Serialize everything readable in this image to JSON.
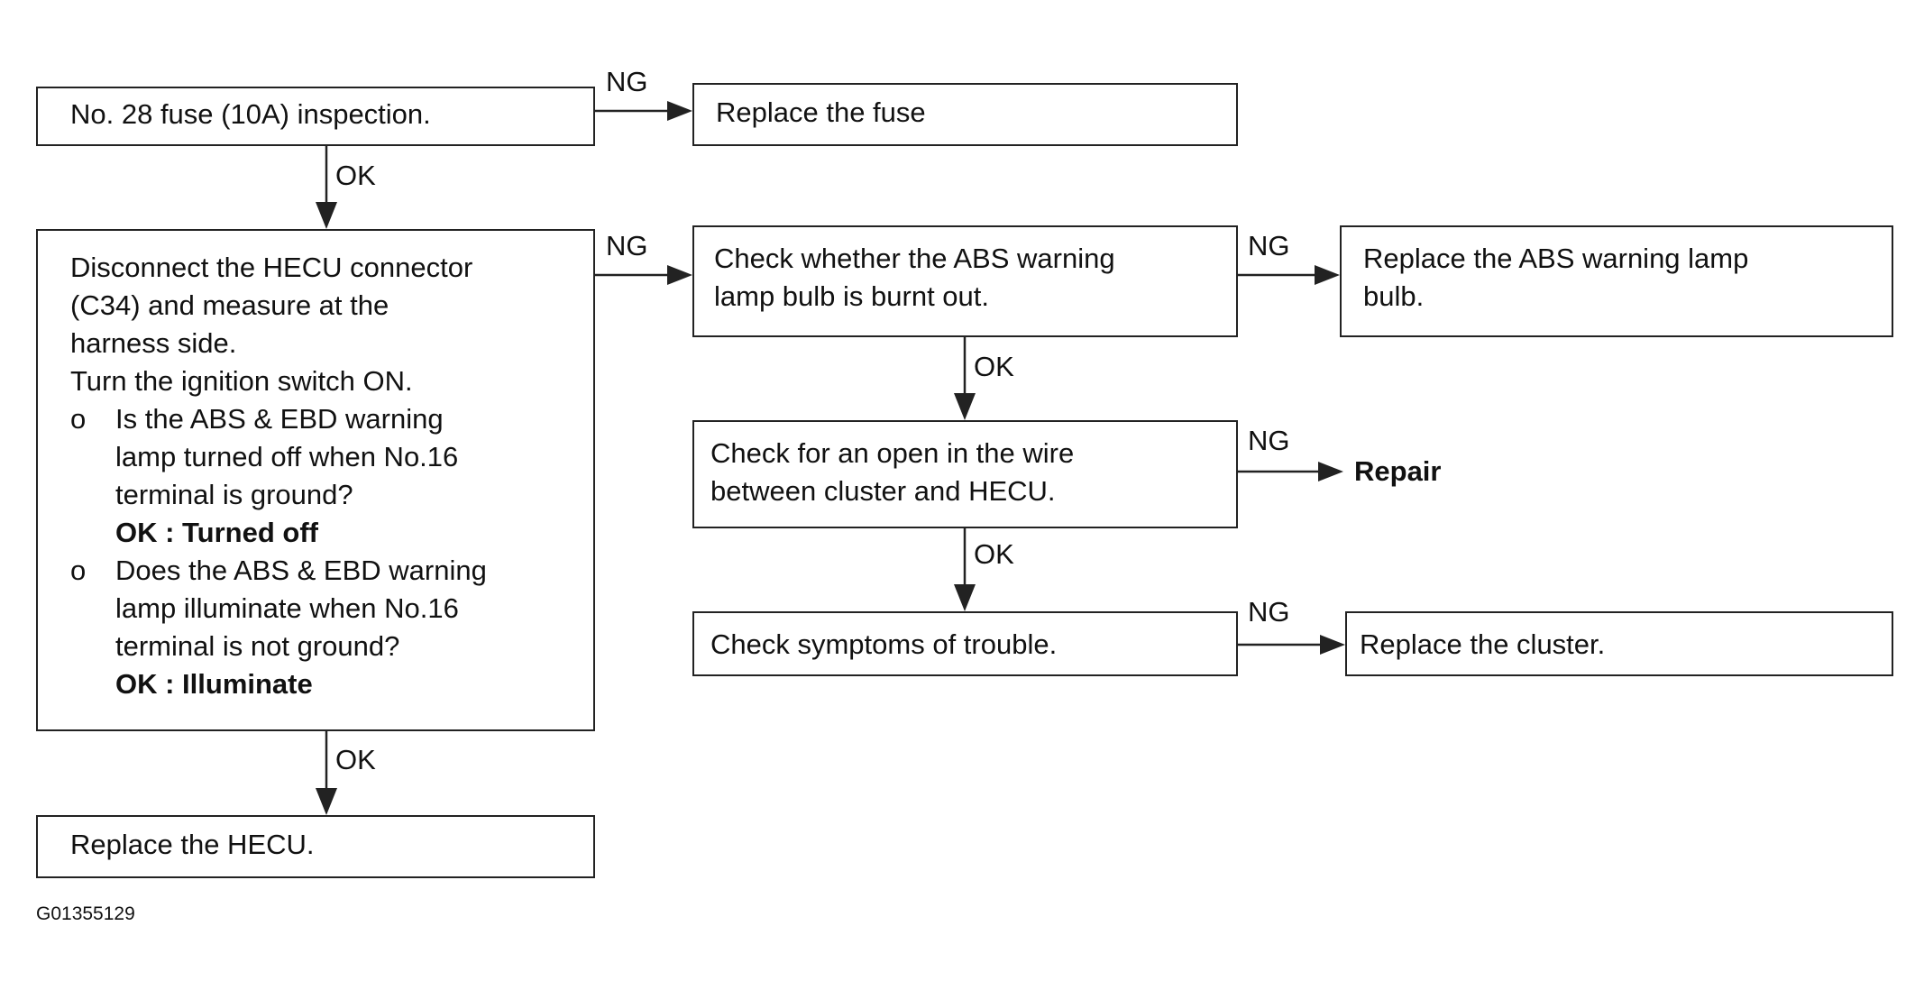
{
  "flowchart": {
    "box_fuse": "No. 28 fuse (10A) inspection.",
    "box_replace_fuse": "Replace the fuse",
    "box_disconnect": {
      "line1": "Disconnect the HECU connector",
      "line2": "(C34) and measure at the",
      "line3": "harness side.",
      "line4": "Turn the ignition switch ON.",
      "bullet1_mark": "o",
      "bullet1_line1": "Is the ABS & EBD warning",
      "bullet1_line2": "lamp  turned off when No.16",
      "bullet1_line3": "terminal is ground?",
      "bullet1_ok": "OK : Turned off",
      "bullet2_mark": "o",
      "bullet2_line1": "Does the ABS & EBD warning",
      "bullet2_line2": "lamp illuminate when No.16",
      "bullet2_line3": "terminal is not ground?",
      "bullet2_ok": "OK : Illuminate"
    },
    "box_check_bulb": {
      "line1": "Check whether the ABS warning",
      "line2": "lamp bulb is burnt out."
    },
    "box_replace_bulb": {
      "line1": "Replace the ABS warning lamp",
      "line2": "bulb."
    },
    "box_check_open": {
      "line1": "Check for an open in the wire",
      "line2": "between cluster and HECU."
    },
    "repair_text": "Repair",
    "box_check_symptoms": "Check symptoms of trouble.",
    "box_replace_cluster": "Replace the cluster.",
    "box_replace_hecu": "Replace the HECU.",
    "labels": {
      "ng_fuse": "NG",
      "ok_fuse": "OK",
      "ng_disconnect": "NG",
      "ok_disconnect": "OK",
      "ng_bulb": "NG",
      "ok_bulb": "OK",
      "ng_open": "NG",
      "ok_open": "OK",
      "ng_symptoms": "NG"
    },
    "figure_code": "G01355129"
  }
}
